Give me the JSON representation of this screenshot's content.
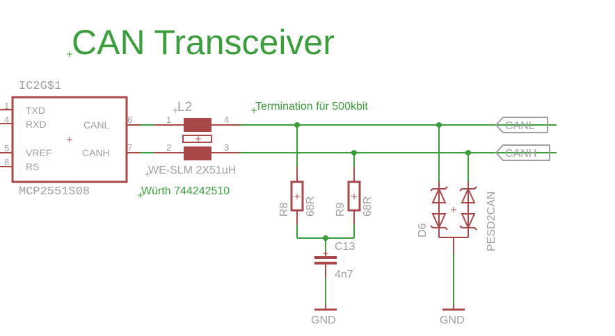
{
  "title": "CAN Transceiver",
  "colors": {
    "wire": "#3c9d3c",
    "symbol": "#a84848",
    "label": "#a0a0a0",
    "text_green": "#3c9d3c"
  },
  "ic": {
    "name": "IC2G$1",
    "value": "MCP2551S08",
    "pins_left": [
      {
        "num": "1",
        "label": "TXD"
      },
      {
        "num": "4",
        "label": "RXD"
      },
      {
        "num": "5",
        "label": "VREF"
      },
      {
        "num": "8",
        "label": "RS"
      }
    ],
    "pins_right": [
      {
        "num": "6",
        "label": "CANL"
      },
      {
        "num": "7",
        "label": "CANH"
      }
    ]
  },
  "choke": {
    "name": "L2",
    "value": "WE-SLM 2X51uH",
    "part": "Würth 744242510",
    "pins": [
      "1",
      "2",
      "3",
      "4"
    ]
  },
  "termination_note": "Termination für 500kbit",
  "resistors": [
    {
      "name": "R8",
      "value": "68R"
    },
    {
      "name": "R9",
      "value": "68R"
    }
  ],
  "capacitor": {
    "name": "C13",
    "value": "4n7"
  },
  "diode": {
    "name": "D6",
    "value": "PESD2CAN"
  },
  "gnd_labels": [
    "GND",
    "GND"
  ],
  "ports": [
    "CANL",
    "CANH"
  ]
}
